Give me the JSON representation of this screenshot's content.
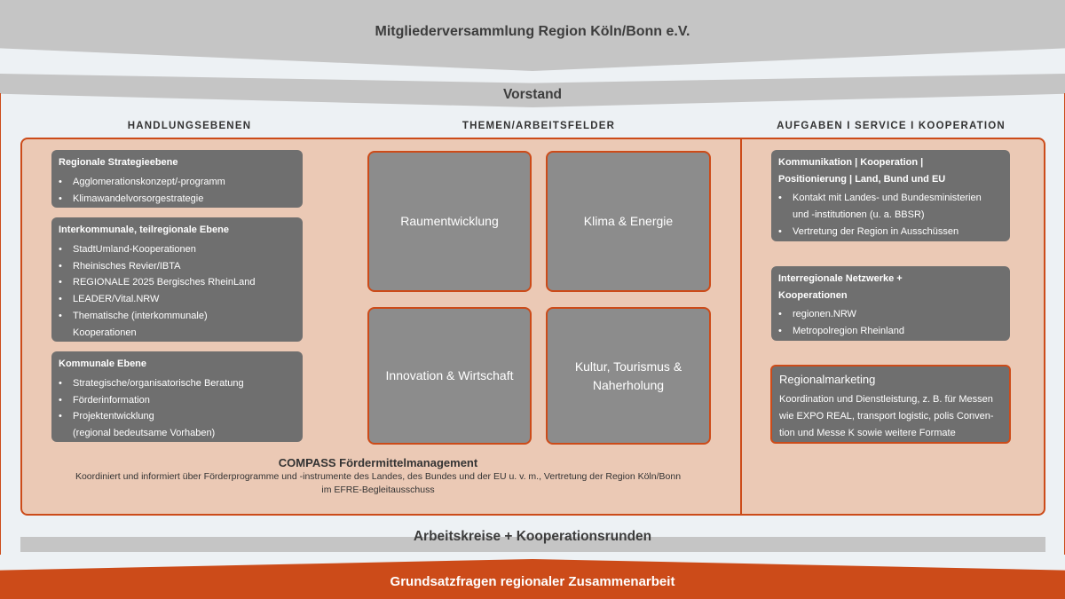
{
  "header": {
    "title": "Mitgliederversammlung Region Köln/Bonn e.V."
  },
  "vorstand": {
    "title": "Vorstand"
  },
  "columns": {
    "left": "HANDLUNGSEBENEN",
    "middle": "THEMEN/ARBEITSFELDER",
    "right": "AUFGABEN I SERVICE I KOOPERATION"
  },
  "levels": [
    {
      "title": "Regionale Strategieebene",
      "items": [
        "Agglomerationskonzept/-programm",
        "Klimawandelvorsorgestrategie"
      ]
    },
    {
      "title": "Interkommunale, teilregionale Ebene",
      "items": [
        "StadtUmland-Kooperationen",
        "Rheinisches Revier/IBTA",
        "REGIONALE 2025 Bergisches RheinLand",
        "LEADER/Vital.NRW",
        "Thematische (interkommunale)",
        "Kooperationen"
      ]
    },
    {
      "title": "Kommunale Ebene",
      "items": [
        "Strategische/organisatorische Beratung",
        "Förderinformation",
        "Projektentwicklung",
        "(regional bedeutsame Vorhaben)"
      ]
    }
  ],
  "themes": {
    "t1": "Raumentwicklung",
    "t2": "Klima & Energie",
    "t3": "Innovation & Wirtschaft",
    "t4_line1": "Kultur, Tourismus &",
    "t4_line2": "Naherholung"
  },
  "compass": {
    "title": "COMPASS Fördermittelmanagement",
    "line1": "Koordiniert und informiert über Förderprogramme und -instrumente des Landes, des Bundes und der EU u. v. m., Vertretung der Region Köln/Bonn",
    "line2": "im EFRE-Begleitausschuss"
  },
  "tasks": [
    {
      "title_line1": "Kommunikation | Kooperation |",
      "title_line2": "Positionierung | Land, Bund und EU",
      "items": [
        "Kontakt mit Landes- und Bundesministerien",
        "und -institutionen (u. a. BBSR)",
        "Vertretung der Region in Ausschüssen"
      ]
    },
    {
      "title_line1": "Interregionale Netzwerke +",
      "title_line2": "Kooperationen",
      "items": [
        "regionen.NRW",
        "Metropolregion Rheinland"
      ]
    }
  ],
  "marketing": {
    "title": "Regionalmarketing",
    "line1": "Koordination und Dienstleistung, z. B. für Messen",
    "line2": "wie EXPO REAL, transport logistic, polis Conven-",
    "line3": "tion und Messe K sowie weitere Formate"
  },
  "arbeitskreise": {
    "title": "Arbeitskreise + Kooperationsrunden"
  },
  "footer": {
    "title": "Grundsatzfragen regionaler Zusammenarbeit"
  },
  "colors": {
    "accent": "#cc4b19",
    "panel": "#ebc9b5",
    "dark_box": "#6f6f6f",
    "tile": "#8c8c8c",
    "band": "#c5c5c5"
  }
}
